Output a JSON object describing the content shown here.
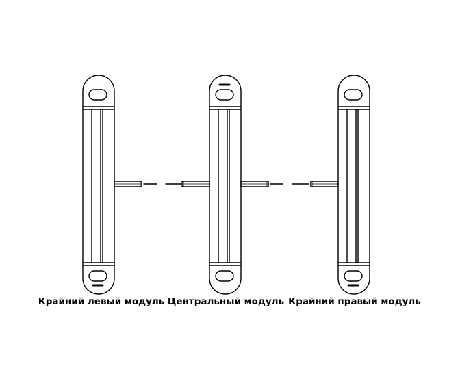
{
  "modules": [
    {
      "id": "left",
      "label": "Крайний левый модуль"
    },
    {
      "id": "center",
      "label": "Центральный модуль"
    },
    {
      "id": "right",
      "label": "Крайний правый модуль"
    }
  ],
  "colors": {
    "stroke": "#000000",
    "background": "#ffffff"
  }
}
